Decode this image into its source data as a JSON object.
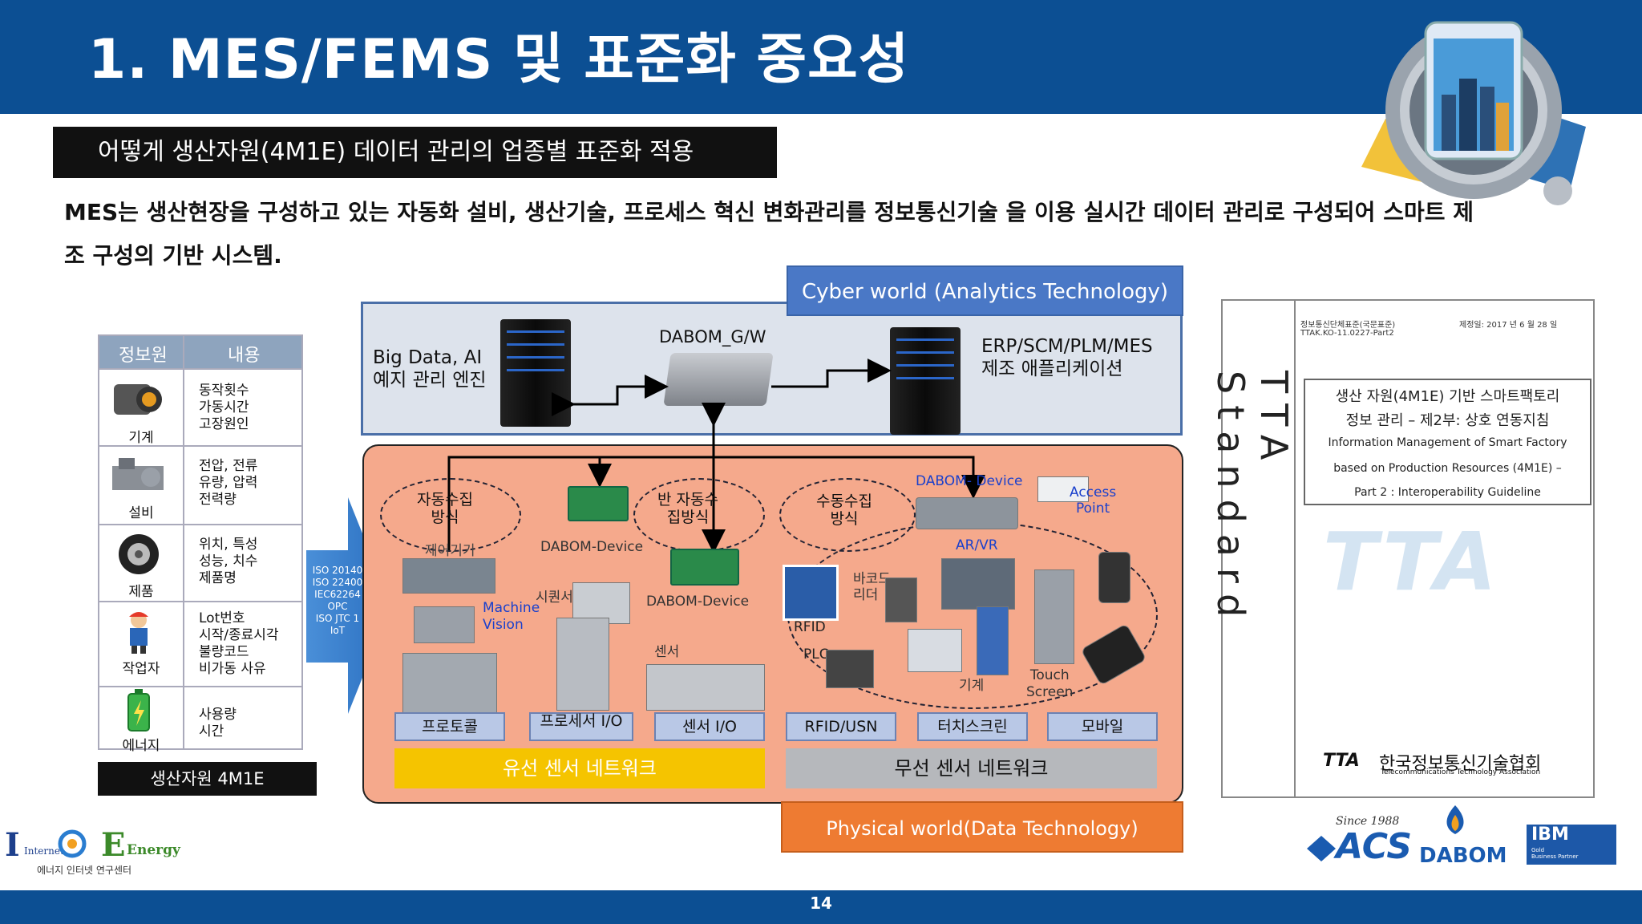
{
  "title": "1. MES/FEMS 및 표준화 중요성",
  "subtitle_bar": "어떻게 생산자원(4M1E) 데이터 관리의 업종별 표준화 적용",
  "description_line1": "MES는 생산현장을 구성하고 있는 자동화 설비, 생산기술, 프로세스 혁신 변화관리를 정보통신기술 을 이용 실시간 데이터 관리로 구성되어 스마트 제",
  "description_line2": "조 구성의 기반 시스템.",
  "resource_table": {
    "headers": [
      "정보원",
      "내용"
    ],
    "rows": [
      {
        "label": "기계",
        "content": [
          "동작횟수",
          "가동시간",
          "고장원인"
        ]
      },
      {
        "label": "설비",
        "content": [
          "전압, 전류",
          "유량, 압력",
          "전력량"
        ]
      },
      {
        "label": "제품",
        "content": [
          "위치, 특성",
          "성능, 치수",
          "제품명"
        ]
      },
      {
        "label": "작업자",
        "content": [
          "Lot번호",
          "시작/종료시각",
          "불량코드",
          "비가동 사유"
        ]
      },
      {
        "label": "에너지",
        "content": [
          "사용량",
          "시간"
        ]
      }
    ],
    "footer": "생산자원 4M1E"
  },
  "standards": [
    "ISO 20140",
    "ISO 22400",
    "IEC62264",
    "OPC",
    "ISO JTC 1",
    "IoT"
  ],
  "diagram": {
    "cyber_label": "Cyber world (Analytics Technology)",
    "physical_label": "Physical world(Data Technology)",
    "bigdata_line1": "Big Data, AI",
    "bigdata_line2": "예지 관리 엔진",
    "gateway": "DABOM_G/W",
    "erp_line1": "ERP/SCM/PLM/MES",
    "erp_line2": "제조 애플리케이션",
    "auto_collect": [
      "자동수집",
      "방식"
    ],
    "semi_collect": [
      "반 자동수",
      "집방식"
    ],
    "manual_collect": [
      "수동수집",
      "방식"
    ],
    "control": "제어기기",
    "dabom_device": "DABOM-Device",
    "machine_vision": [
      "Machine",
      "Vision"
    ],
    "sequencer": "시퀀서",
    "sensor": "센서",
    "dabom_device2": "DABOM-Device",
    "dabom_device3": "DABOM- Device",
    "access_point": [
      "Access",
      "Point"
    ],
    "arvr": "AR/VR",
    "rfid": "RFID",
    "barcode": [
      "바코드",
      "리더"
    ],
    "plc": "PLC",
    "machine": "기계",
    "touch": [
      "Touch",
      "Screen"
    ],
    "bottom_boxes": [
      "프로토콜",
      "프로세서 I/O",
      "센서 I/O",
      "RFID/USN",
      "터치스크린",
      "모바일"
    ],
    "wired": "유선 센서 네트워크",
    "wireless": "무선 센서 네트워크"
  },
  "tta_doc": {
    "header_left_1": "정보통신단체표준(국문표준)",
    "header_left_2": "TTAK.KO-11.0227-Part2",
    "header_right": "제정일: 2017 년 6 월 28 일",
    "vertical": "TTA Standard",
    "title_ko_1": "생산 자원(4M1E) 기반 스마트팩토리",
    "title_ko_2": "정보 관리 – 제2부: 상호 연동지침",
    "title_en_1": "Information Management of Smart Factory",
    "title_en_2": "based on Production Resources (4M1E) –",
    "title_en_3": "Part 2 : Interoperability Guideline",
    "logo": "TTA",
    "org_ko": "한국정보통신기술협회",
    "org_en": "Telecommunications Technology Association"
  },
  "logos": {
    "ie_internet": "Internet",
    "ie_energy": "Energy",
    "ie_sub": "에너지 인터넷 연구센터",
    "acs_since": "Since 1988",
    "acs": "ACS",
    "dabom": "DABOM",
    "ibm": "IBM",
    "ibm_sub1": "Gold",
    "ibm_sub2": "Business Partner"
  },
  "page_number": "14",
  "colors": {
    "header": "#0c4f93",
    "cyber": "#4a78c6",
    "physical": "#ee7b32",
    "orange_panel": "#f5a98c",
    "wired": "#f5c400",
    "wireless": "#b6b8bc"
  }
}
